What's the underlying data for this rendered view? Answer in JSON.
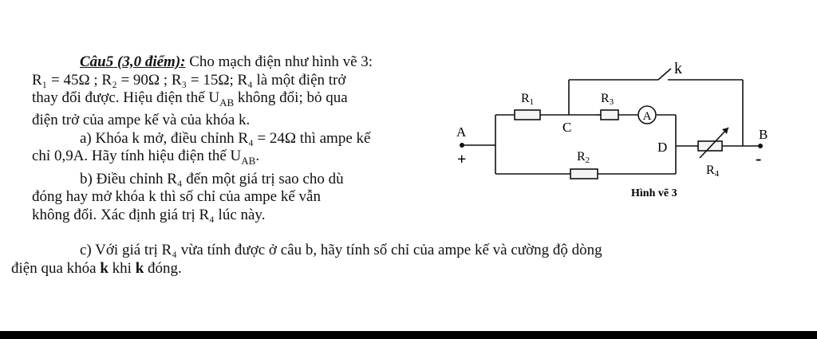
{
  "problem": {
    "heading": "Câu5",
    "points": "(3,0 điểm):",
    "intro": "Cho mạch điện như hình vẽ 3:",
    "line2": "R₁ = 45Ω ; R₂ = 90Ω ; R₃ = 15Ω; R₄ là một điện trở",
    "line3": "thay đổi được. Hiệu điện thế U",
    "line3_sub": "AB",
    "line3_rest": " không đổi; bỏ qua",
    "line4": "điện trở của ampe kế và của khóa  k.",
    "a_line1": "a) Khóa  k mở, điều chỉnh R₄ = 24Ω thì ampe kế",
    "a_line2": "chỉ 0,9A. Hãy tính hiệu điện thế  U",
    "a_line2_sub": "AB",
    "a_line2_end": ".",
    "b_line1": "b) Điều chỉnh R₄ đến một giá trị sao cho dù",
    "b_line2": "đóng hay mở khóa  k thì số chỉ của ampe kế vẫn",
    "b_line3": "không đổi. Xác định giá trị R₄ lúc này.",
    "c_line1": "c) Với giá trị R₄ vừa tính được ở câu b, hãy tính số chỉ của ampe kế và cường độ dòng",
    "c_line2_a": "điện qua khóa ",
    "c_line2_k1": "k",
    "c_line2_b": "  khi ",
    "c_line2_k2": "k",
    "c_line2_c": " đóng."
  },
  "diagram": {
    "label_k": "k",
    "label_R1": "R",
    "label_R1_sub": "1",
    "label_R3": "R",
    "label_R3_sub": "3",
    "label_ammeter": "A",
    "label_C": "C",
    "label_A": "A",
    "label_plus": "+",
    "label_R2": "R",
    "label_R2_sub": "2",
    "label_D": "D",
    "label_B": "B",
    "label_minus": "-",
    "label_R4": "R",
    "label_R4_sub": "4",
    "caption": "Hình vẽ 3"
  }
}
